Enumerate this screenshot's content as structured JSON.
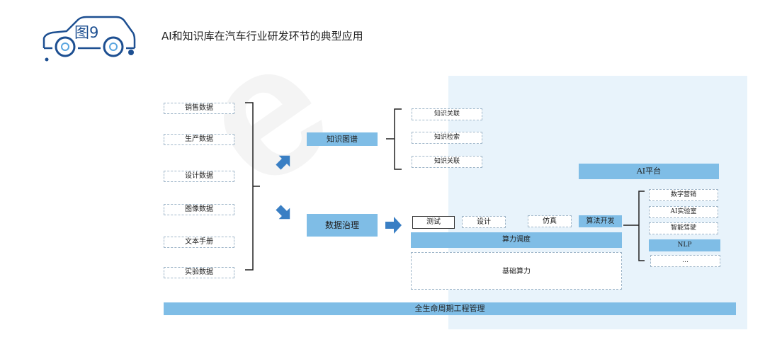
{
  "header": {
    "badge_label": "图9",
    "title": "AI和知识库在汽车行业研发环节的典型应用"
  },
  "data_sources": [
    "销售数据",
    "生产数据",
    "设计数据",
    "图像数据",
    "文本手册",
    "实验数据"
  ],
  "knowledge_graph": {
    "label": "知识图谱",
    "items": [
      "知识关联",
      "知识检索",
      "知识关联"
    ]
  },
  "data_governance": {
    "label": "数据治理",
    "items": [
      "测试",
      "设计",
      "仿真",
      "算法开发"
    ]
  },
  "compute": {
    "scheduling": "算力调度",
    "base": "基础算力"
  },
  "ai_platform": {
    "label": "AI平台",
    "items": [
      "数字营销",
      "AI实验室",
      "智能驾驶",
      "NLP",
      "…"
    ]
  },
  "lifecycle": "全生命周期工程管理",
  "colors": {
    "accent_blue": "#7fbde6",
    "panel_bg": "#e8f3fb",
    "arrow_blue": "#3a7fc4",
    "badge_blue": "#1d4f91"
  }
}
